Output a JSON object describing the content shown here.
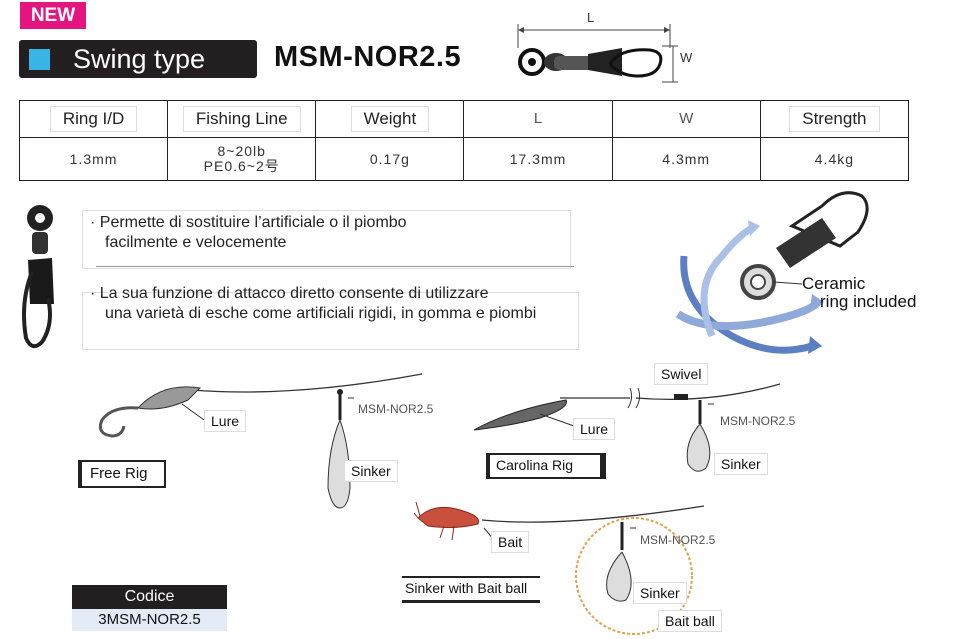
{
  "badge": "NEW",
  "type_label": "Swing type",
  "model": "MSM-NOR2.5",
  "dims": {
    "l": "L",
    "w": "W"
  },
  "spec": {
    "headers": [
      "Ring I/D",
      "Fishing Line",
      "Weight",
      "L",
      "W",
      "Strength"
    ],
    "values": [
      "1.3mm",
      "8~20lb",
      "PE0.6~2号",
      "0.17g",
      "17.3mm",
      "4.3mm",
      "4.4kg"
    ]
  },
  "features": [
    [
      "Permette di sostituire l’artificiale o il piombo",
      "facilmente e velocemente"
    ],
    [
      "La sua funzione di attacco diretto consente di utilizzare",
      "una varietà di esche come artificiali rigidi, in gomma e piombi"
    ]
  ],
  "ceramic": [
    "Ceramic",
    "ring included"
  ],
  "rigs": {
    "free": {
      "title": "Free Rig",
      "lure": "Lure",
      "model": "MSM-NOR2.5",
      "sinker": "Sinker"
    },
    "carolina": {
      "title": "Carolina Rig",
      "swivel": "Swivel",
      "lure": "Lure",
      "model": "MSM-NOR2.5",
      "sinker": "Sinker"
    },
    "bait": {
      "title": "Sinker with Bait ball",
      "bait": "Bait",
      "model": "MSM-NOR2.5",
      "sinker": "Sinker",
      "ball": "Bait ball"
    }
  },
  "codice": {
    "label": "Codice",
    "value": "3MSM-NOR2.5"
  }
}
